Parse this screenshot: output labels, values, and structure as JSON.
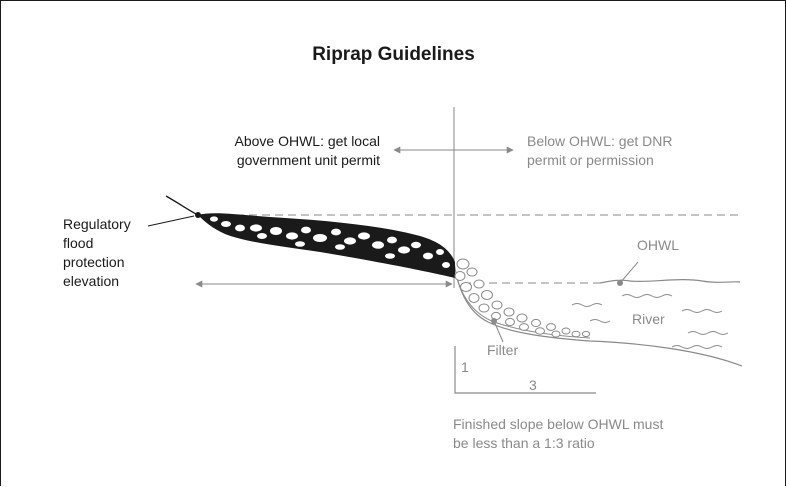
{
  "diagram": {
    "title": "Riprap Guidelines",
    "above_ohwl": "Above OHWL: get local\ngovernment unit permit",
    "below_ohwl": "Below OHWL: get DNR\npermit or permission",
    "flood_elevation": "Regulatory\nflood\nprotection\nelevation",
    "ohwl": "OHWL",
    "river": "River",
    "filter": "Filter",
    "slope_rise": "1",
    "slope_run": "3",
    "slope_note": "Finished slope below OHWL must\nbe less than a 1:3 ratio"
  },
  "colors": {
    "dark": "#1a1a1a",
    "gray": "#8a8a8a",
    "background": "#ffffff"
  }
}
